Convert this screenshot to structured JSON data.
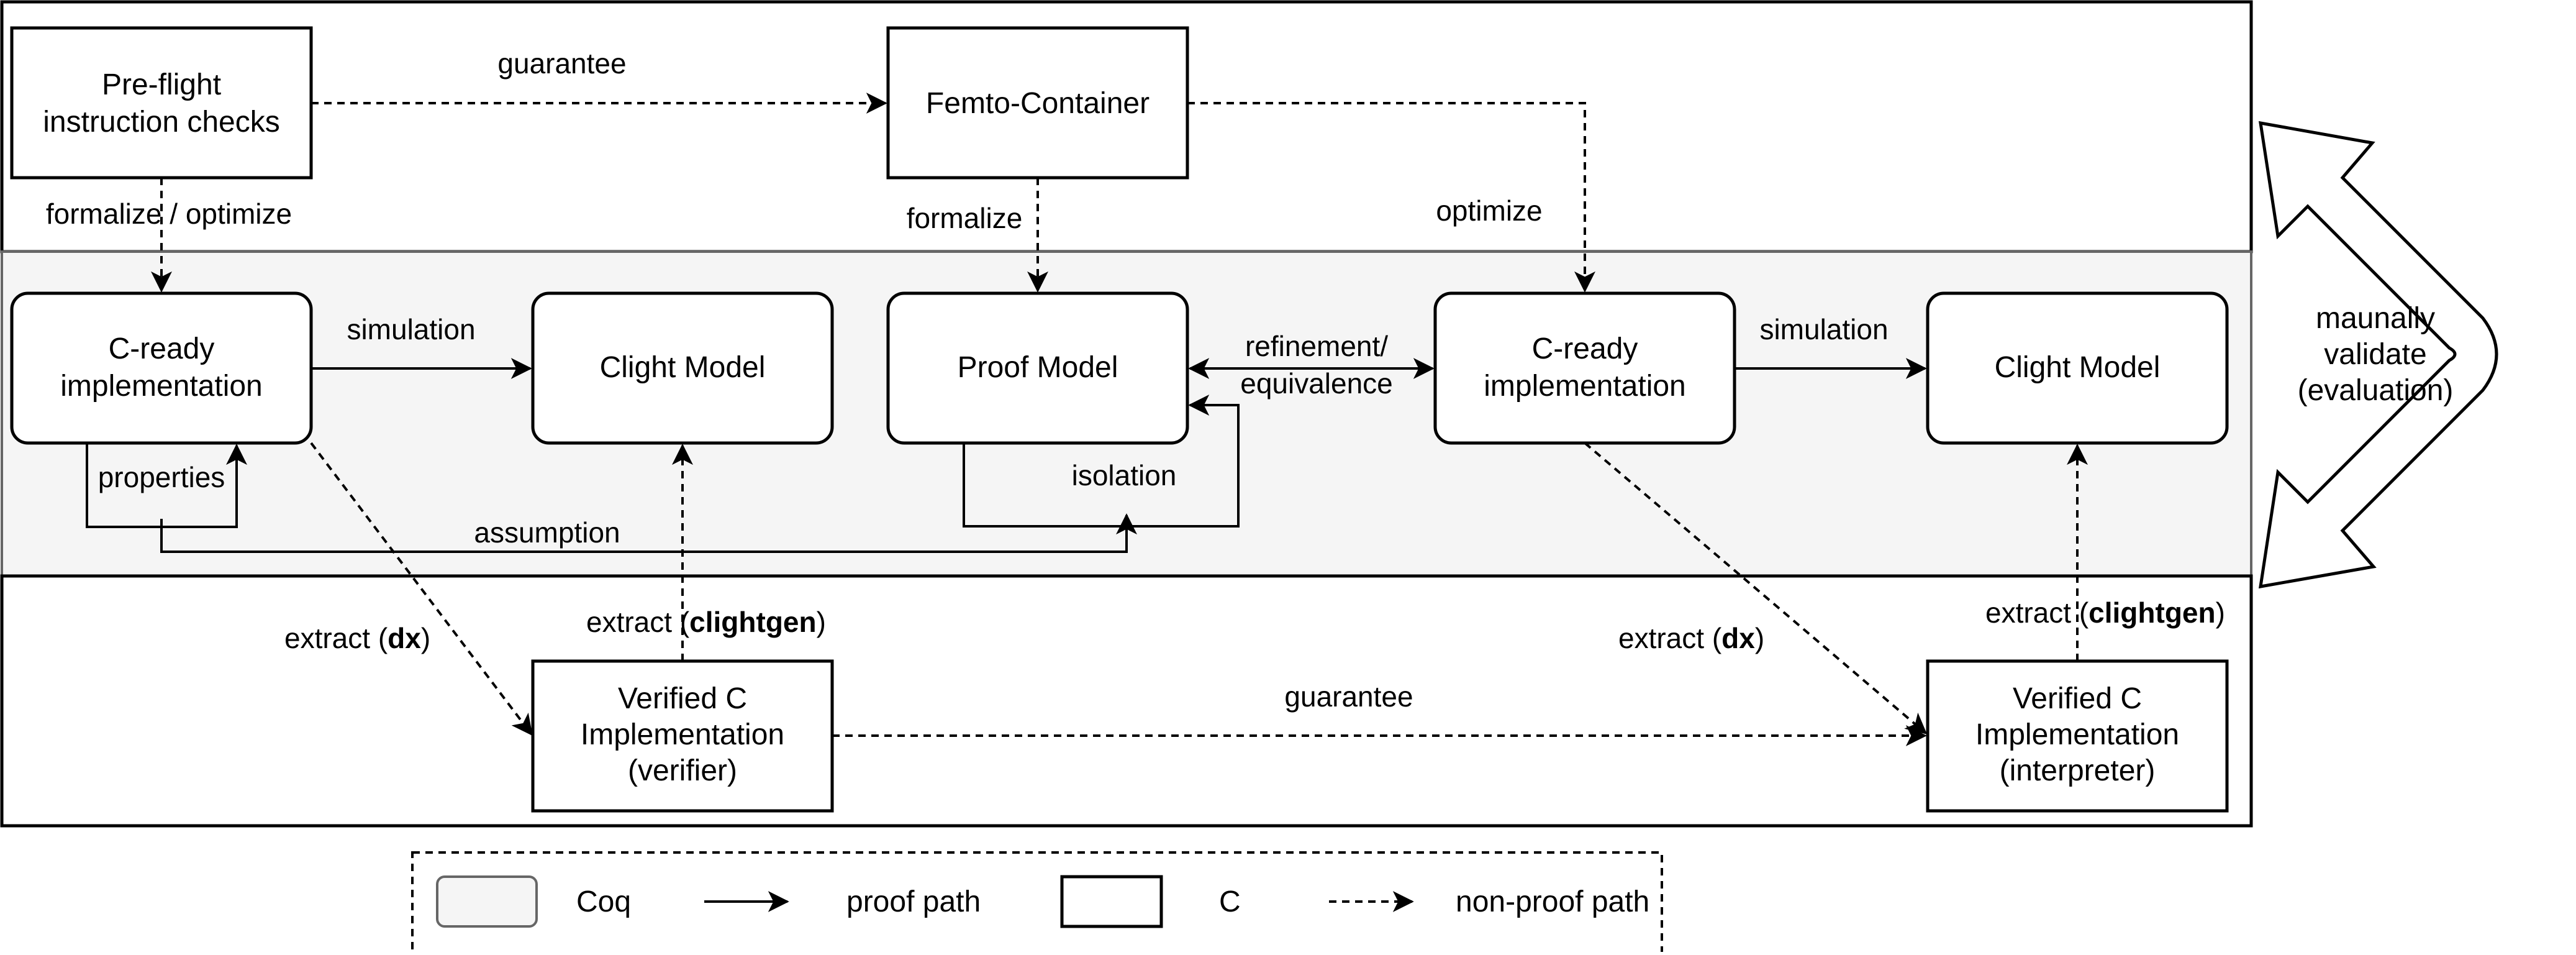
{
  "nodes": {
    "preflight": [
      "Pre-flight",
      "instruction checks"
    ],
    "femto": [
      "Femto-Container"
    ],
    "cready_left": [
      "C-ready",
      "implementation"
    ],
    "clight_left": [
      "Clight Model"
    ],
    "proof_model": [
      "Proof Model"
    ],
    "cready_right": [
      "C-ready",
      "implementation"
    ],
    "clight_right": [
      "Clight Model"
    ],
    "verified_left": [
      "Verified C",
      "Implementation",
      "(verifier)"
    ],
    "verified_right": [
      "Verified C",
      "Implementation",
      "(interpreter)"
    ]
  },
  "edge_labels": {
    "guarantee_top": "guarantee",
    "formalize_optimize": "formalize  / optimize",
    "formalize": "formalize",
    "optimize": "optimize",
    "simulation_left": "simulation",
    "simulation_right": "simulation",
    "refinement_1": "refinement/",
    "refinement_2": "equivalence",
    "properties": "properties",
    "isolation": "isolation",
    "assumption": "assumption",
    "extract_dx_left_a": "extract (",
    "extract_dx_left_b": "dx",
    "extract_dx_left_c": ")",
    "extract_clightgen_left_a": "extract (",
    "extract_clightgen_left_b": "clightgen",
    "extract_clightgen_left_c": ")",
    "extract_dx_right_a": "extract (",
    "extract_dx_right_b": "dx",
    "extract_dx_right_c": ")",
    "extract_clightgen_right_a": "extract (",
    "extract_clightgen_right_b": "clightgen",
    "extract_clightgen_right_c": ")",
    "guarantee_bottom": "guarantee"
  },
  "validate_label": [
    "maunally",
    "validate",
    "(evaluation)"
  ],
  "legend": {
    "coq": "Coq",
    "proof_path": "proof path",
    "c": "C",
    "non_proof_path": "non-proof path"
  },
  "colors": {
    "coq_band": "#f5f5f5",
    "coq_band_border": "#666666",
    "stroke": "#000000"
  }
}
